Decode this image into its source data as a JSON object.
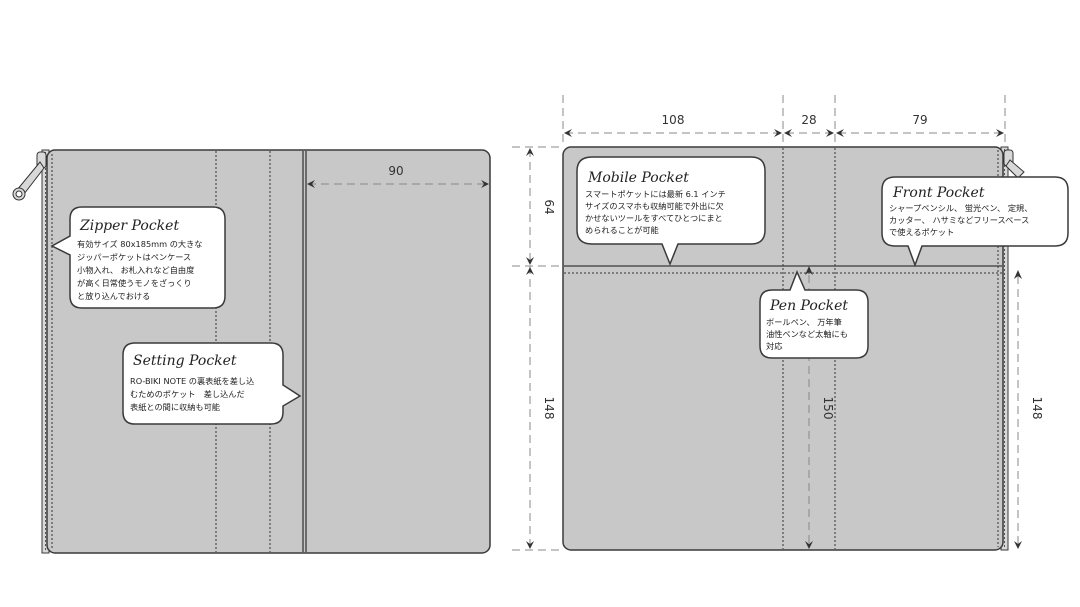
{
  "left_view": {
    "dimension_width": "90",
    "zipper_pocket": {
      "title": "Zipper Pocket",
      "lines": [
        "有効サイズ 80x185mm の大きな",
        "ジッパーポケットはペンケース",
        "小物入れ、 お札入れなど自由度",
        "が高く日常使うモノをざっくり",
        "と放り込んでおける"
      ]
    },
    "setting_pocket": {
      "title": "Setting Pocket",
      "lines": [
        "RO-BIKI NOTE の裏表紙を差し込",
        "むためのポケット　差し込んだ",
        "表紙との間に収納も可能"
      ]
    }
  },
  "right_view": {
    "dimensions": {
      "top_left": "108",
      "top_middle": "28",
      "top_right": "79",
      "left_upper": "64",
      "left_lower": "148",
      "inner": "150",
      "right": "148"
    },
    "mobile_pocket": {
      "title": "Mobile Pocket",
      "lines": [
        "スマートポケットには最新 6.1 インチ",
        "サイズのスマホも収納可能で外出に欠",
        "かせないツールをすべてひとつにまと",
        "められることが可能"
      ]
    },
    "front_pocket": {
      "title": "Front Pocket",
      "lines": [
        "シャープペンシル、 蛍光ペン、 定規、",
        "カッター、 ハサミなどフリースペース",
        "で使えるポケット"
      ]
    },
    "pen_pocket": {
      "title": "Pen Pocket",
      "lines": [
        "ボールペン、 万年筆",
        "油性ペンなど太軸にも",
        "対応"
      ]
    }
  }
}
